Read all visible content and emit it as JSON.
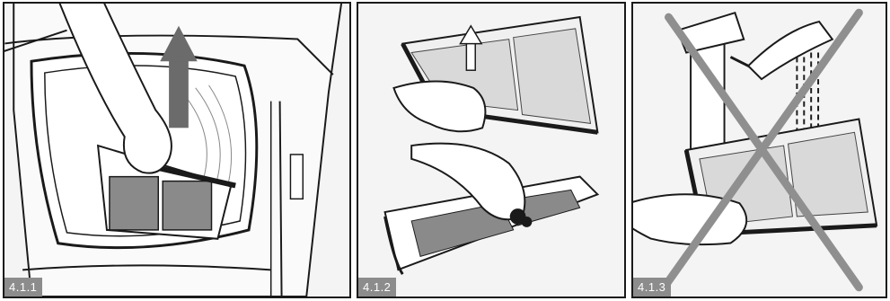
{
  "panels": [
    {
      "id": "panel-1",
      "label": "4.1.1",
      "description_icon": "arrow-up-icon"
    },
    {
      "id": "panel-2",
      "label": "4.1.2",
      "description_icon": "arrow-up-icon"
    },
    {
      "id": "panel-3",
      "label": "4.1.3",
      "description_icon": "prohibited-cross-icon"
    }
  ],
  "colors": {
    "line": "#1a1a1a",
    "arrow": "#6b6b6b",
    "filter_mesh": "#8a8a8a",
    "label_bg": "#8c8c8c",
    "cross": "#8f8f8f"
  }
}
